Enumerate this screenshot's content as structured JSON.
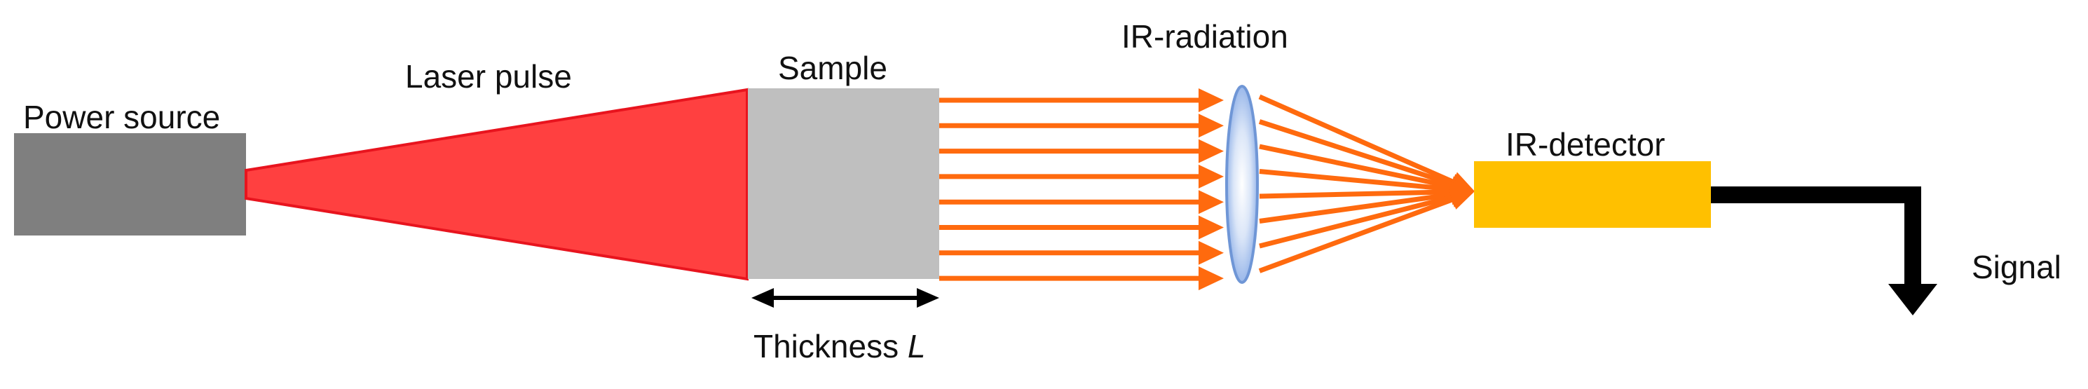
{
  "labels": {
    "power_source": "Power source",
    "laser_pulse": "Laser pulse",
    "sample": "Sample",
    "ir_radiation": "IR-radiation",
    "ir_detector": "IR-detector",
    "signal": "Signal",
    "thickness": "Thickness ",
    "thickness_symbol": "L"
  },
  "colors": {
    "power_source": "#7f7f7f",
    "laser": "#ff4040",
    "laser_edge": "#e8141e",
    "sample": "#bfbfbf",
    "ir_arrow": "#ff6a0e",
    "detector": "#ffc000",
    "lens_edge": "#6f96d6",
    "lens_fill": "#b9cdf0",
    "signal_wire": "#000000",
    "thickness_arrow": "#000000"
  },
  "parts": {
    "ir_beam_count": 8,
    "focused_ray_count": 8
  }
}
